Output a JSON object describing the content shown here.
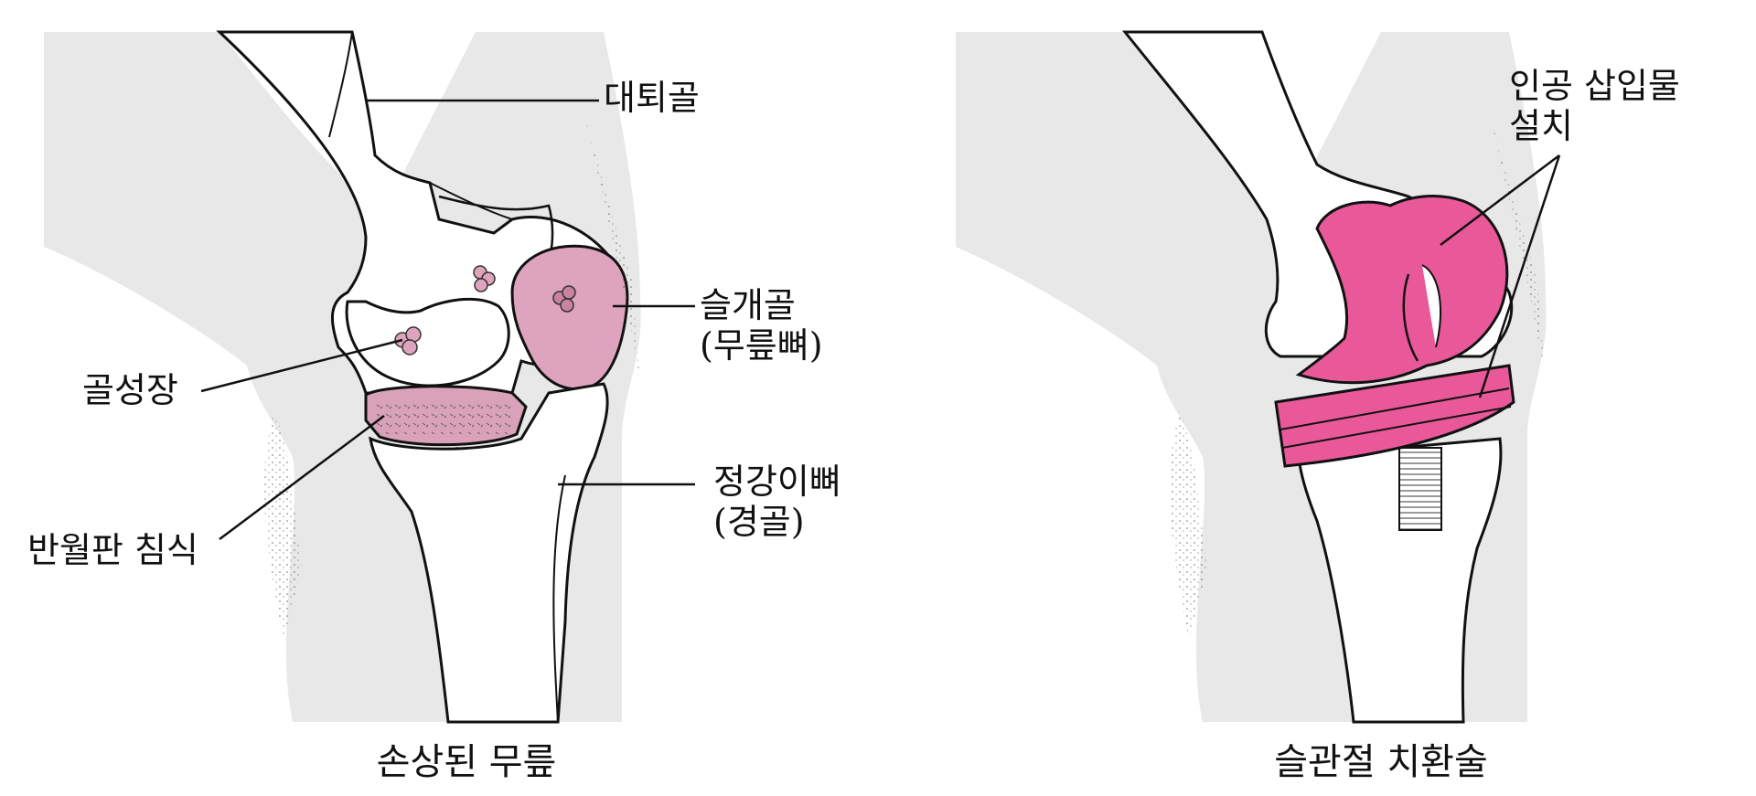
{
  "colors": {
    "skin": "#e8e8e8",
    "bone": "#ffffff",
    "outline": "#111111",
    "damage_pink": "#dea3bd",
    "meniscus_pink": "#d9a2b8",
    "implant_pink": "#e9599a",
    "background": "#ffffff"
  },
  "left_panel": {
    "labels": {
      "femur": "대퇴골",
      "patella_line1": "슬개골",
      "patella_line2": "(무릎뼈)",
      "osteophyte": "골성장",
      "meniscus": "반월판 침식",
      "tibia_line1": "정강이뼈",
      "tibia_line2": "(경골)"
    },
    "caption": "손상된 무릎"
  },
  "right_panel": {
    "labels": {
      "implant_line1": "인공 삽입물",
      "implant_line2": "설치"
    },
    "caption": "슬관절 치환술"
  }
}
